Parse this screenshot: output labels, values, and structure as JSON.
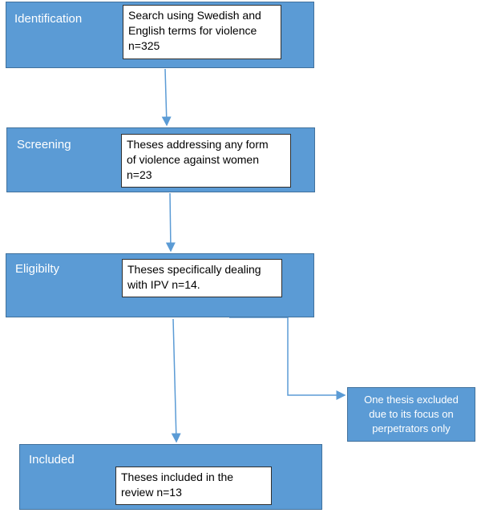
{
  "stages": [
    {
      "title": "Identification",
      "note_lines": [
        "Search using Swedish and",
        "English terms for violence",
        "n=325"
      ]
    },
    {
      "title": "Screening",
      "note_lines": [
        "Theses addressing any form",
        "of violence against women",
        "n=23"
      ]
    },
    {
      "title": "Eligibilty",
      "note_lines": [
        "Theses specifically dealing",
        "with IPV n=14."
      ]
    },
    {
      "title": "Included",
      "note_lines": [
        "Theses included in the",
        "review n=13"
      ]
    }
  ],
  "excluded": {
    "lines": [
      "One thesis excluded",
      "due to its focus on",
      "perpetrators only"
    ]
  },
  "colors": {
    "stage_fill": "#5b9bd5",
    "stage_border": "#41719c",
    "arrow": "#5b9bd5"
  }
}
